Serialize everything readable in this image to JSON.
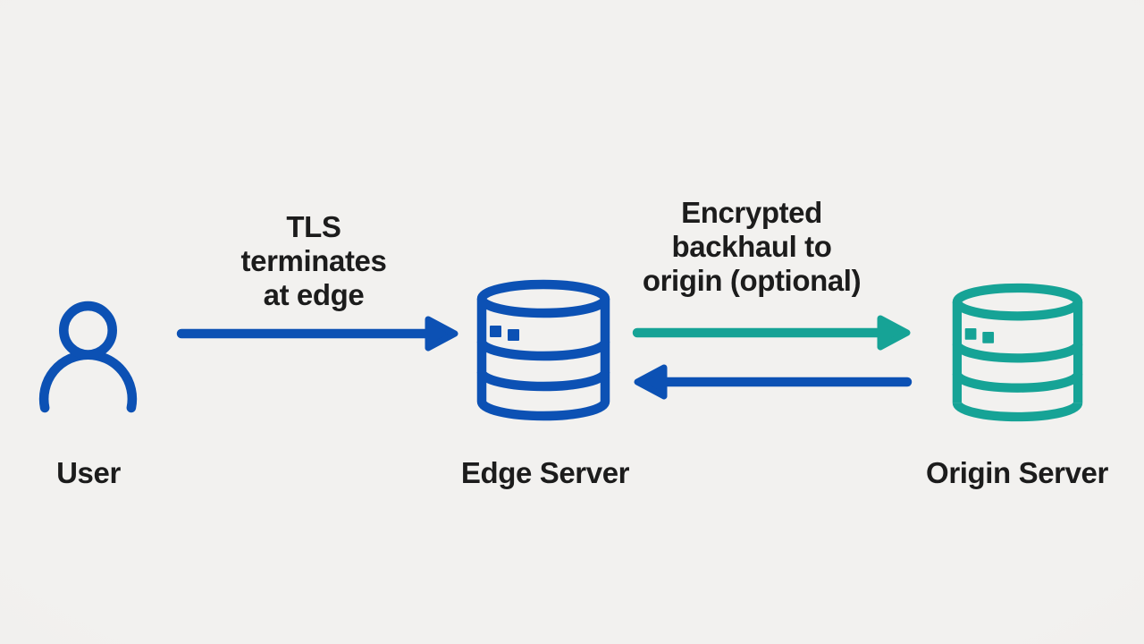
{
  "theme": {
    "bg": "#f1f0ee",
    "ink": "#1c1c1c",
    "blue": "#0c51b4",
    "teal": "#16a396"
  },
  "diagram": {
    "nodes": {
      "user": {
        "label": "User",
        "icon": "person-icon",
        "color": "#0c51b4"
      },
      "edge_server": {
        "label": "Edge Server",
        "icon": "database-icon",
        "color": "#0c51b4"
      },
      "origin_server": {
        "label": "Origin Server",
        "icon": "database-icon",
        "color": "#16a396"
      }
    },
    "connections": {
      "user_to_edge": {
        "direction": "right",
        "color": "#0c51b4",
        "label_lines": [
          "TLS",
          "terminates",
          "at edge"
        ]
      },
      "edge_to_origin": {
        "direction": "right",
        "color": "#16a396",
        "label_lines": [
          "Encrypted",
          "backhaul to",
          "origin (optional)"
        ]
      },
      "origin_to_edge": {
        "direction": "left",
        "color": "#0c51b4",
        "label_lines": []
      }
    }
  }
}
